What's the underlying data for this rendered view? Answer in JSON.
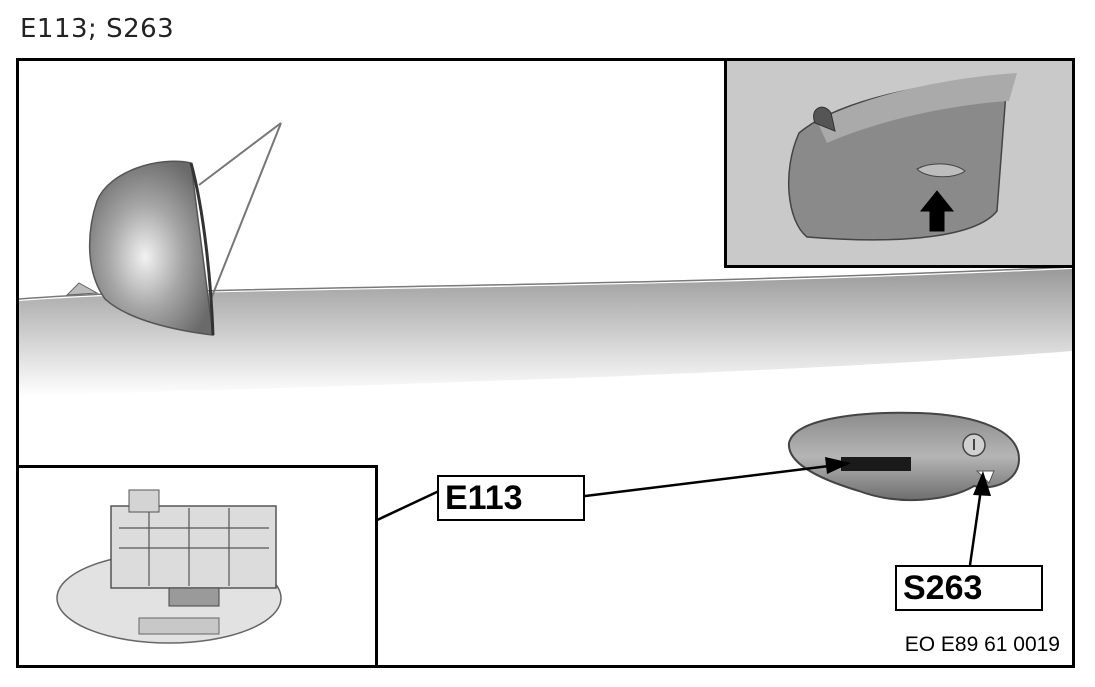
{
  "header": {
    "title": "E113; S263"
  },
  "diagram": {
    "labels": {
      "e113": "E113",
      "s263": "S263"
    },
    "reference_code": "EO E89 61 0019"
  }
}
